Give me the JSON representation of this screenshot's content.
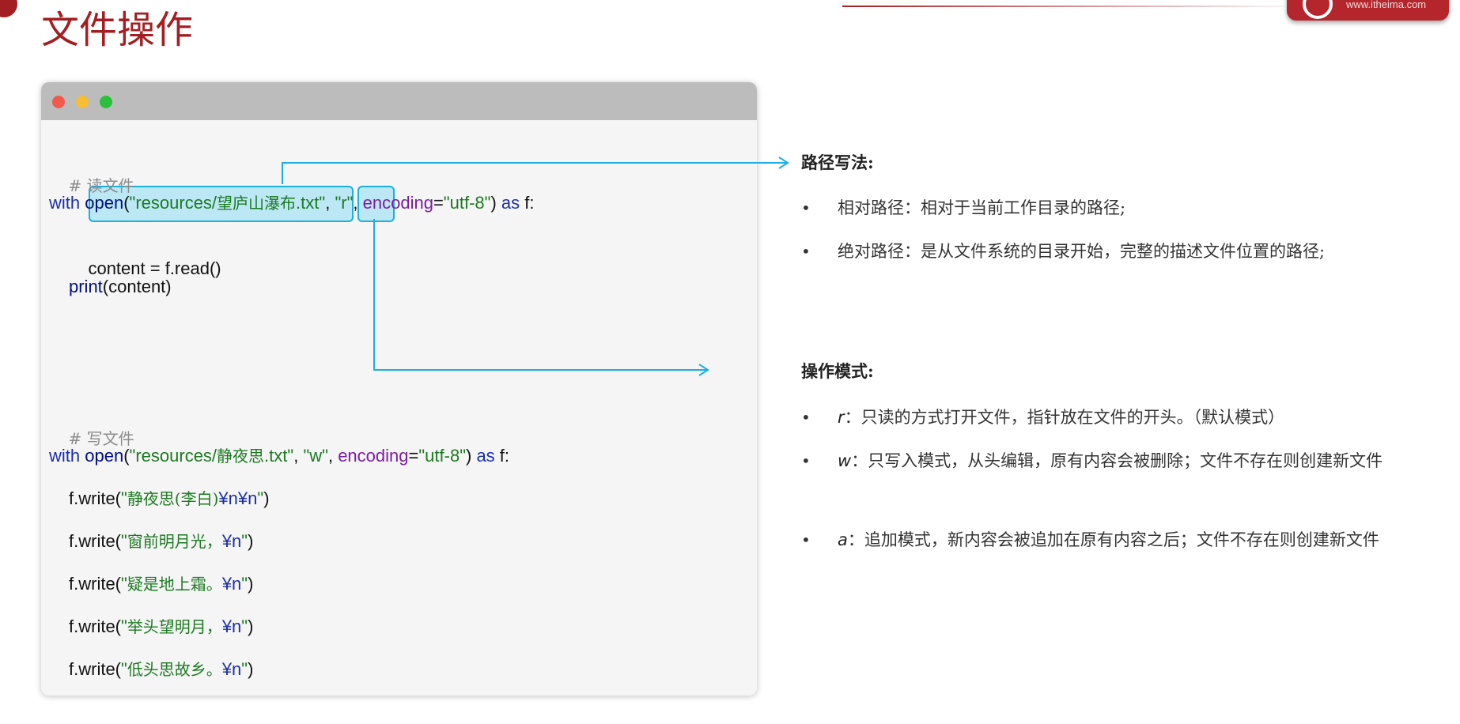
{
  "header": {
    "title": "文件操作",
    "logo_text": "www.itheima.com"
  },
  "code": {
    "read_comment": "# 读文件",
    "read_with": {
      "kw_with": "with",
      "fn_open": "open",
      "paren_open": "(",
      "path": "\"resources/",
      "path_cn": "望庐山瀑布",
      "path_ext": ".txt\"",
      "comma1": ", ",
      "mode": "\"r\"",
      "comma2": ", ",
      "param": "encoding",
      "eq": "=",
      "enc": "\"utf-8\"",
      "close": ")",
      "kw_as": " as",
      "var": " f:"
    },
    "read_line2": {
      "plain": "content = f.read()"
    },
    "read_line3": {
      "fn": "print",
      "rest": "(content)"
    },
    "write_comment": "# 写文件",
    "write_with": {
      "kw_with": "with",
      "fn_open": "open",
      "paren_open": "(",
      "path": "\"resources/",
      "path_cn": "静夜思",
      "path_ext": ".txt\"",
      "comma1": ", ",
      "mode": "\"w\"",
      "comma2": ", ",
      "param": "encoding",
      "eq": "=",
      "enc": "\"utf-8\"",
      "close": ")",
      "kw_as": " as",
      "var": " f:"
    },
    "write_lines": [
      {
        "prefix": "f.write(",
        "q1": "\"",
        "cn": "静夜思(李白)",
        "esc": "¥n¥n",
        "q2": "\"",
        "end": ")"
      },
      {
        "prefix": "f.write(",
        "q1": "\"",
        "cn": "窗前明月光，",
        "esc": "¥n",
        "q2": "\"",
        "end": ")"
      },
      {
        "prefix": "f.write(",
        "q1": "\"",
        "cn": "疑是地上霜。",
        "esc": "¥n",
        "q2": "\"",
        "end": ")"
      },
      {
        "prefix": "f.write(",
        "q1": "\"",
        "cn": "举头望明月，",
        "esc": "¥n",
        "q2": "\"",
        "end": ")"
      },
      {
        "prefix": "f.write(",
        "q1": "\"",
        "cn": "低头思故乡。",
        "esc": "¥n",
        "q2": "\"",
        "end": ")"
      }
    ]
  },
  "notes": {
    "path_heading": "路径写法:",
    "path_items": [
      "相对路径：相对于当前工作目录的路径;",
      "绝对路径：是从文件系统的目录开始，完整的描述文件位置的路径;"
    ],
    "mode_heading": "操作模式:",
    "mode_items": [
      {
        "letter": "r",
        "text": "：只读的方式打开文件，指针放在文件的开头。（默认模式）"
      },
      {
        "letter": "w",
        "text": "：只写入模式，从头编辑，原有内容会被删除；文件不存在则创建新文件"
      },
      {
        "letter": "a",
        "text": "：追加模式，新内容会被追加在原有内容之后；文件不存在则创建新文件"
      }
    ],
    "bullet_symbol": "•"
  },
  "colors": {
    "title": "#a31e22",
    "highlight_border": "#1bb0e0",
    "arrow": "#1bb0e0"
  }
}
